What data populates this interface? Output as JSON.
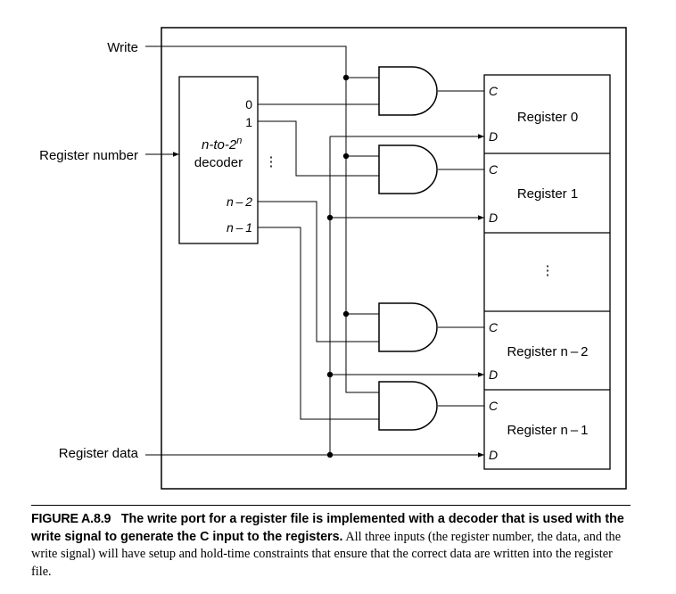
{
  "inputs": {
    "write": "Write",
    "register_number": "Register number",
    "register_data": "Register data"
  },
  "decoder": {
    "line1": "n-to-2",
    "line1_sup": "n",
    "line2": "decoder",
    "out_0": "0",
    "out_1": "1",
    "out_n2": "n – 2",
    "out_n1": "n – 1",
    "ellipsis": "⋮"
  },
  "registers": [
    {
      "label": "Register 0",
      "c": "C",
      "d": "D"
    },
    {
      "label": "Register 1",
      "c": "C",
      "d": "D"
    },
    {
      "label": "⋮"
    },
    {
      "label": "Register n – 2",
      "c": "C",
      "d": "D"
    },
    {
      "label": "Register n – 1",
      "c": "C",
      "d": "D"
    }
  ],
  "caption": {
    "figure": "FIGURE A.8.9",
    "title": "The write port for a register file is implemented with a decoder that is used with the write signal to generate the C input to the registers.",
    "body": "All three inputs (the register number, the data, and the write signal) will have setup and hold-time constraints that ensure that the correct data are written into the register file."
  }
}
